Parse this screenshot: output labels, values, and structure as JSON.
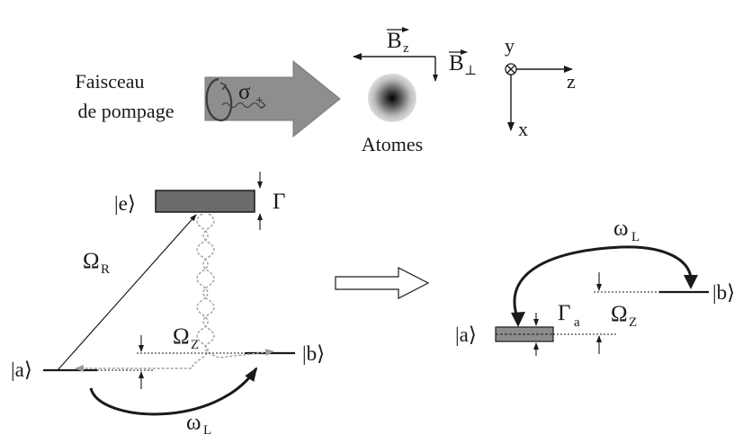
{
  "pump": {
    "label_line1": "Faisceau",
    "label_line2": "de pompage",
    "polarization": "σ",
    "polarization_sub": "+"
  },
  "atoms": {
    "label": "Atomes"
  },
  "field": {
    "bz": "B",
    "bz_sub": "z",
    "bperp": "B",
    "bperp_sub": "⊥"
  },
  "axes": {
    "x": "x",
    "y": "y",
    "z": "z"
  },
  "levels": {
    "e": "|e⟩",
    "a": "|a⟩",
    "b": "|b⟩",
    "gamma": "Γ",
    "omega_r": "Ω",
    "omega_r_sub": "R",
    "omega_z": "Ω",
    "omega_z_sub": "Z",
    "omega_l": "ω",
    "omega_l_sub": "L"
  },
  "effective": {
    "a": "|a⟩",
    "b": "|b⟩",
    "gamma": "Γ",
    "gamma_sub": "a",
    "omega_z": "Ω",
    "omega_z_sub": "Z",
    "omega_l": "ω",
    "omega_l_sub": "L"
  },
  "colors": {
    "ink": "#1a1a1a",
    "beam": "#8c8c8c",
    "level_fill": "#6e6e6e",
    "decay": "#a0a0a0"
  }
}
